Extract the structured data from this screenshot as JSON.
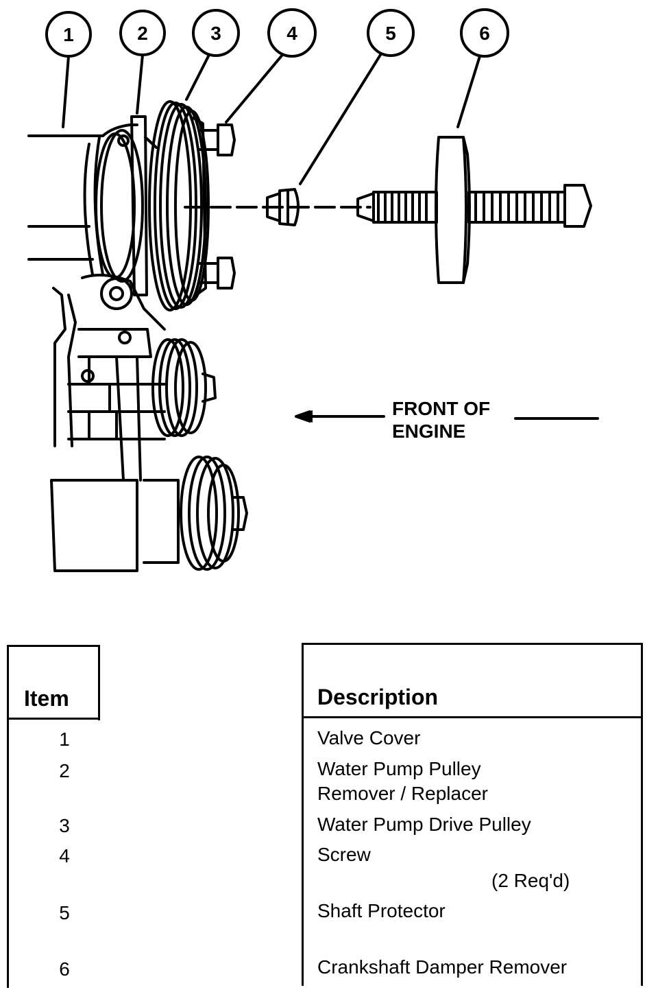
{
  "callouts": [
    "1",
    "2",
    "3",
    "4",
    "5",
    "6"
  ],
  "direction_label": {
    "line1": "FRONT OF",
    "line2": "ENGINE"
  },
  "table": {
    "header_item": "Item",
    "header_description": "Description",
    "rows": [
      {
        "item": "1",
        "description": [
          "Valve Cover"
        ]
      },
      {
        "item": "2",
        "description": [
          "Water Pump Pulley",
          "Remover / Replacer"
        ]
      },
      {
        "item": "3",
        "description": [
          "Water Pump Drive Pulley"
        ]
      },
      {
        "item": "4",
        "description": [
          "Screw",
          "(2 Req'd)"
        ]
      },
      {
        "item": "5",
        "description": [
          "Shaft Protector"
        ]
      },
      {
        "item": "6",
        "description": [
          "Crankshaft Damper Remover"
        ]
      }
    ]
  }
}
